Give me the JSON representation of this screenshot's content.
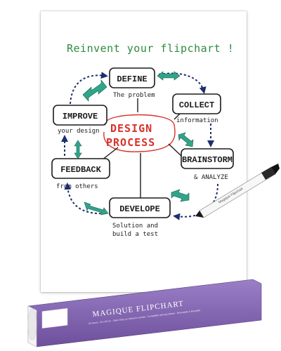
{
  "headline": "Reinvent your flipchart !",
  "center": {
    "line1": "DESIGN",
    "line2": "PROCESS"
  },
  "steps": [
    {
      "title": "DEFINE",
      "note": "The problem",
      "note2": ""
    },
    {
      "title": "COLLECT",
      "note": "information",
      "note2": ""
    },
    {
      "title": "BRAINSTORM",
      "note": "& ANALYZE",
      "note2": ""
    },
    {
      "title": "DEVELOPE",
      "note": "Solution and",
      "note2": "build a test"
    },
    {
      "title": "FEEDBACK",
      "note": "from others",
      "note2": ""
    },
    {
      "title": "IMPROVE",
      "note": "your design",
      "note2": ""
    }
  ],
  "marker": {
    "barrel_text": "Magique Flipchart"
  },
  "package": {
    "brand": "MAGIQUE FLIPCHART",
    "specs": "20 sheets · 60 x 80 cm · Static Cling, no Adhesive needed · Compatible with any Marker · Removable & Reusable",
    "colors": {
      "box": "#8a6bb8",
      "box_dark": "#6d4f9c",
      "inner_roll": "#f2f2f2"
    }
  },
  "colors": {
    "headline": "#2e8b3e",
    "center": "#d9312b",
    "dashed_arrows": "#1c2e6e",
    "double_arrows": "#2fa58a"
  }
}
